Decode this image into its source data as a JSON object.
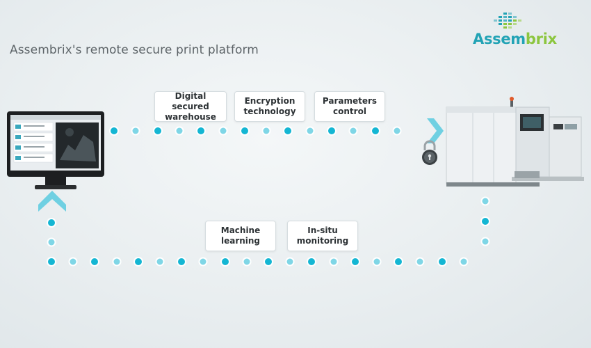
{
  "title": "Assembrix's remote secure print platform",
  "logo": {
    "part1": "Assem",
    "part2": "brix"
  },
  "top_labels": [
    {
      "text": "Digital secured\nwarehouse"
    },
    {
      "text": "Encryption\ntechnology"
    },
    {
      "text": "Parameters\ncontrol"
    }
  ],
  "bottom_labels": [
    {
      "text": "Machine\nlearning"
    },
    {
      "text": "In-situ\nmonitoring"
    }
  ],
  "colors": {
    "dot_primary": "#14b6d3",
    "dot_light": "#7fd6e6",
    "arrow": "#6fd0e2",
    "logo_blue": "#22a3b5",
    "logo_green": "#8cc63f"
  },
  "icons": {
    "computer": "monitor-icon",
    "printer": "3d-printer-icon",
    "lock": "padlock-icon"
  }
}
